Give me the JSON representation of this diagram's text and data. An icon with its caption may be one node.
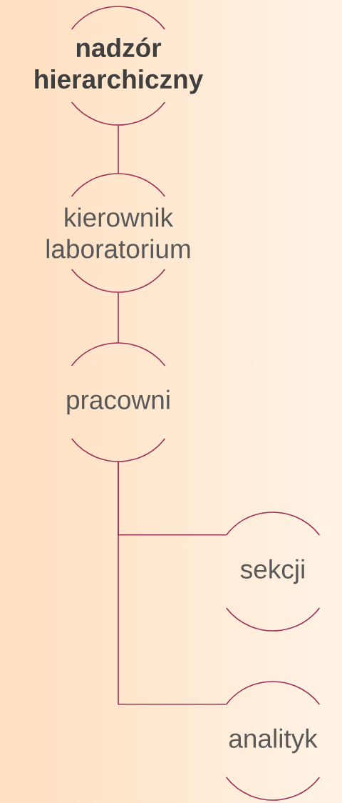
{
  "diagram": {
    "nodes": [
      {
        "text": [
          "nadzór hierarchiczny"
        ]
      },
      {
        "text": [
          "kierownik laboratorium"
        ]
      },
      {
        "text": [
          "pracowni"
        ]
      },
      {
        "text": [
          "sekcji"
        ]
      },
      {
        "text": [
          "analityk"
        ]
      }
    ],
    "edges": [
      {
        "from": 0,
        "to": 1,
        "arrow": "none"
      },
      {
        "from": 1,
        "to": 2,
        "arrow": "none"
      },
      {
        "from": 2,
        "to": 3,
        "arrow": "none"
      },
      {
        "from": 2,
        "to": 4,
        "arrow": "none"
      }
    ]
  }
}
